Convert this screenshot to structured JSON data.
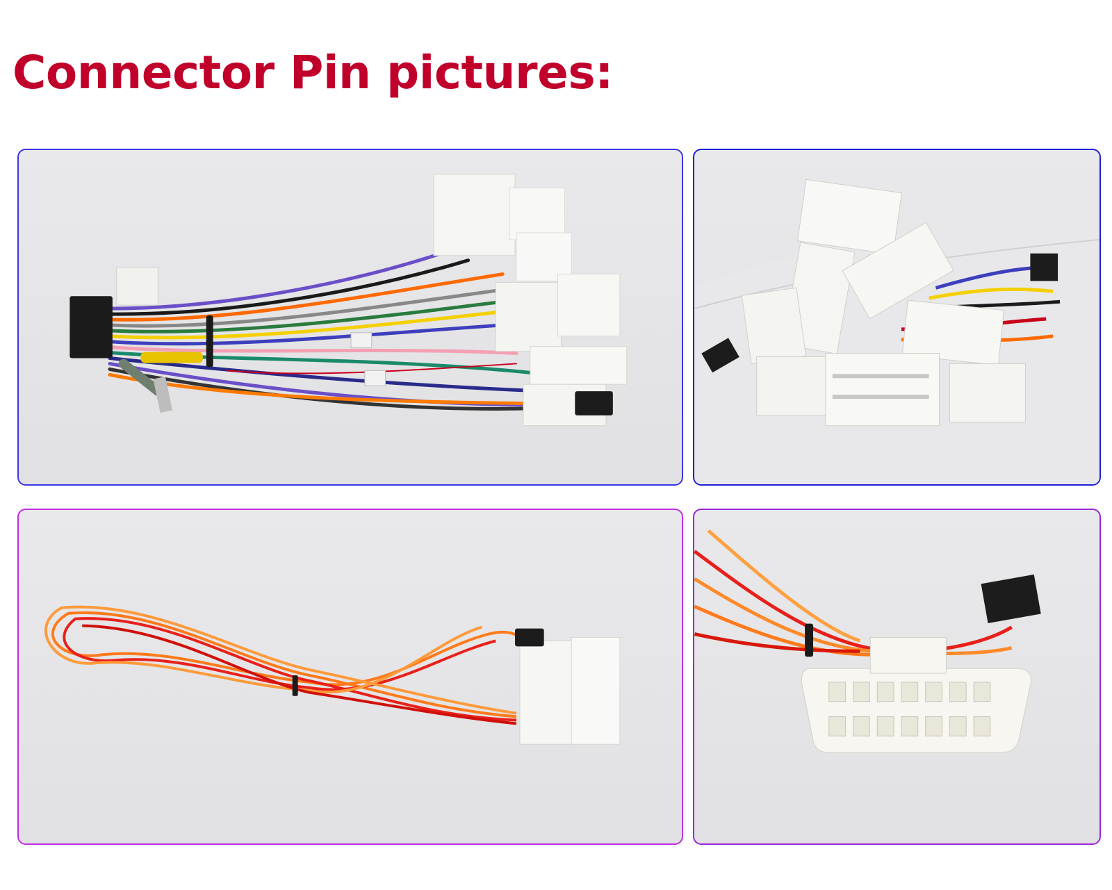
{
  "page": {
    "title": "Connector Pin pictures:"
  },
  "colors": {
    "title": "#c0002a",
    "panel_border_top": "#2f2fe0",
    "panel_border_bottom": "#b82ee0",
    "panel_background": "#e5e5e7"
  },
  "photos": [
    {
      "id": "harness-full",
      "subject": "wiring-harness-photo"
    },
    {
      "id": "connectors-pile",
      "subject": "connector-cluster-photo"
    },
    {
      "id": "red-orange-cable",
      "subject": "cable-coil-photo"
    },
    {
      "id": "plug-closeup",
      "subject": "connector-closeup-photo"
    }
  ]
}
